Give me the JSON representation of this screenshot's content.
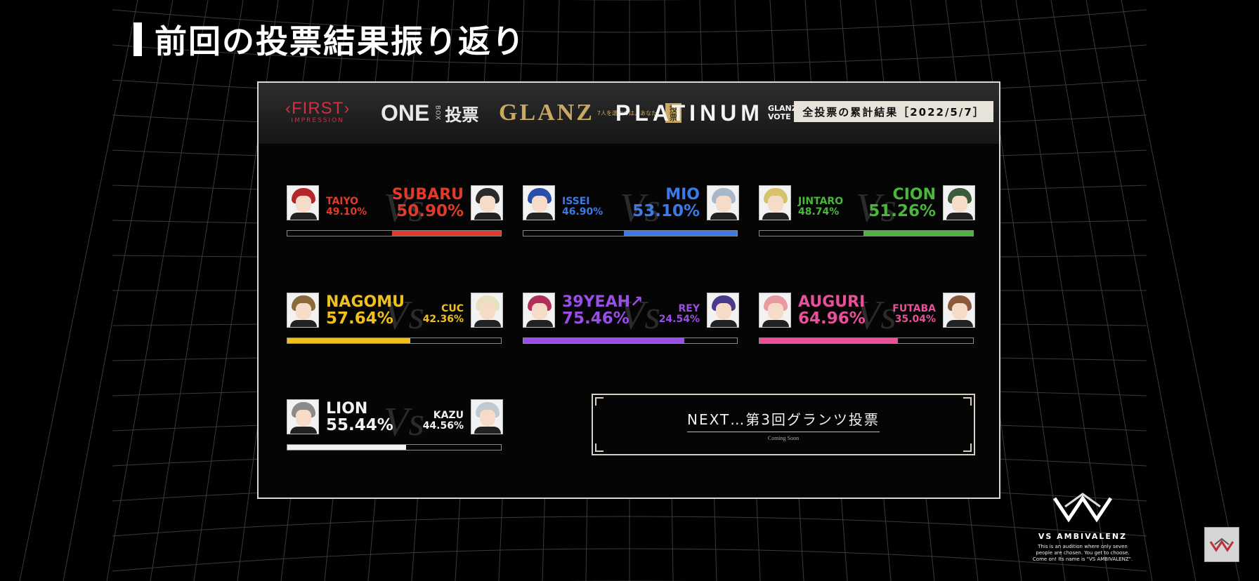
{
  "title": "前回の投票結果振り返り",
  "header": {
    "logos": {
      "first_main": "‹FIRST›",
      "first_sub": "IMPRESSION",
      "one_main": "ONE",
      "one_box": "BOX",
      "one_vote": "投票",
      "glanz_main": "GLANZ",
      "glanz_tag": "7人を選ぶのは、あなた。",
      "glanz_vote": "投票",
      "platinum_main": "PLATINUM",
      "platinum_sub1": "GLANZ",
      "platinum_sub2": "VOTE"
    },
    "summary": "全投票の累計結果［2022/5/7］"
  },
  "matchups": [
    {
      "left_name": "TAIYO",
      "left_pct": "49.10%",
      "right_name": "SUBARU",
      "right_pct": "50.90%",
      "winner": "right",
      "left_value": 49.1,
      "color": "#e03a2a",
      "left_hair": "#b3262a",
      "right_hair": "#2a2a2a"
    },
    {
      "left_name": "ISSEI",
      "left_pct": "46.90%",
      "right_name": "MIO",
      "right_pct": "53.10%",
      "winner": "right",
      "left_value": 46.9,
      "color": "#3b7ae8",
      "left_hair": "#2b4fa8",
      "right_hair": "#a8b8c8"
    },
    {
      "left_name": "JINTARO",
      "left_pct": "48.74%",
      "right_name": "CION",
      "right_pct": "51.26%",
      "winner": "right",
      "left_value": 48.74,
      "color": "#49b83a",
      "left_hair": "#d6c26a",
      "right_hair": "#3c5a3c"
    },
    {
      "left_name": "NAGOMU",
      "left_pct": "57.64%",
      "right_name": "CUC",
      "right_pct": "42.36%",
      "winner": "left",
      "left_value": 57.64,
      "color": "#f0c020",
      "left_hair": "#8a6a3a",
      "right_hair": "#e8e0c0"
    },
    {
      "left_name": "39YEAH↗",
      "left_pct": "75.46%",
      "right_name": "REY",
      "right_pct": "24.54%",
      "winner": "left",
      "left_value": 75.46,
      "color": "#9a4ee6",
      "left_hair": "#b0305a",
      "right_hair": "#4a3a8a"
    },
    {
      "left_name": "AUGURI",
      "left_pct": "64.96%",
      "right_name": "FUTABA",
      "right_pct": "35.04%",
      "winner": "left",
      "left_value": 64.96,
      "color": "#e8509a",
      "left_hair": "#e89aa0",
      "right_hair": "#8a5a3a"
    },
    {
      "left_name": "LION",
      "left_pct": "55.44%",
      "right_name": "KAZU",
      "right_pct": "44.56%",
      "winner": "left",
      "left_value": 55.44,
      "color": "#f2f2f2",
      "left_hair": "#8a8a8a",
      "right_hair": "#c0c8d0"
    }
  ],
  "next": {
    "title": "NEXT…第3回グランツ投票",
    "subtitle": "Coming Soon"
  },
  "brand": {
    "name": "VS AMBIVALENZ",
    "desc1": "This is an audition where only seven",
    "desc2": "people are chosen. You get to choose.",
    "desc3": "Come on! Its name is \"VS AMBIVALENZ\"."
  }
}
